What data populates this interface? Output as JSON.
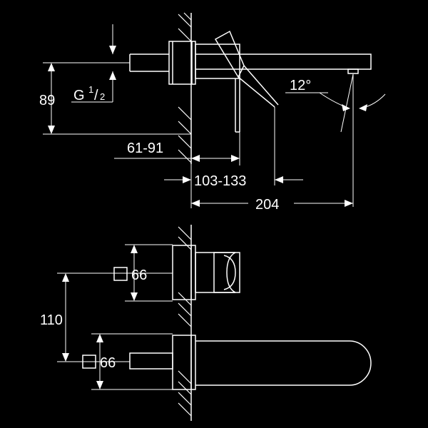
{
  "dimensions": {
    "height_89": "89",
    "thread_g": "G",
    "thread_num": "1",
    "thread_den": "2",
    "range_61_91": "61-91",
    "range_103_133": "103-133",
    "length_204": "204",
    "angle_12": "12°",
    "spacing_110": "110",
    "square_66_top": "66",
    "square_66_bottom": "66"
  }
}
